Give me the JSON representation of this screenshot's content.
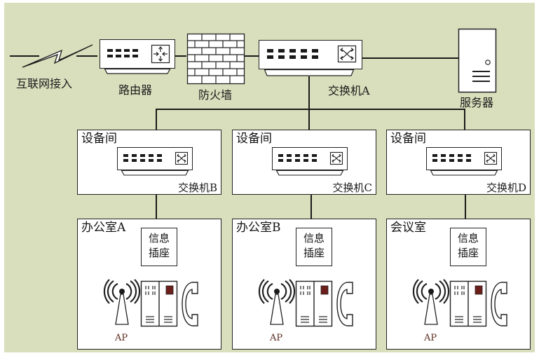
{
  "top": {
    "internet_label": "互联网接入",
    "router_label": "路由器",
    "firewall_label": "防火墙",
    "switch_a_label": "交换机A",
    "server_label": "服务器"
  },
  "rooms": [
    {
      "equip_room_label": "设备间",
      "switch_label": "交换机B",
      "office_label": "办公室A",
      "socket_line1": "信息",
      "socket_line2": "插座",
      "ap_label": "AP"
    },
    {
      "equip_room_label": "设备间",
      "switch_label": "交换机C",
      "office_label": "办公室B",
      "socket_line1": "信息",
      "socket_line2": "插座",
      "ap_label": "AP"
    },
    {
      "equip_room_label": "设备间",
      "switch_label": "交换机D",
      "office_label": "会议室",
      "socket_line1": "信息",
      "socket_line2": "插座",
      "ap_label": "AP"
    }
  ],
  "colors": {
    "background": "#d9dfbc",
    "line": "#1a1a1a",
    "box": "#ffffff",
    "ap_label": "#5a2a1e",
    "keypad": "#6b1e1a"
  }
}
